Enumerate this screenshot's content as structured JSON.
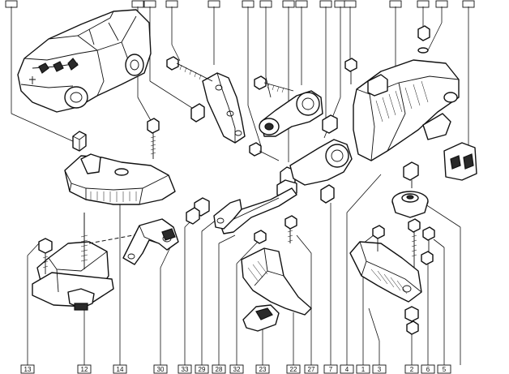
{
  "callouts_bottom": [
    "13",
    "12",
    "14",
    "30",
    "33",
    "29",
    "28",
    "32",
    "23",
    "22",
    "27",
    "7",
    "4",
    "1",
    "3",
    "2",
    "6",
    "5"
  ],
  "callouts_top": [
    "",
    "",
    "",
    "",
    "",
    "",
    "",
    "",
    "",
    "",
    "",
    "",
    "",
    "",
    "",
    "",
    "",
    "",
    "",
    "",
    "",
    ""
  ]
}
